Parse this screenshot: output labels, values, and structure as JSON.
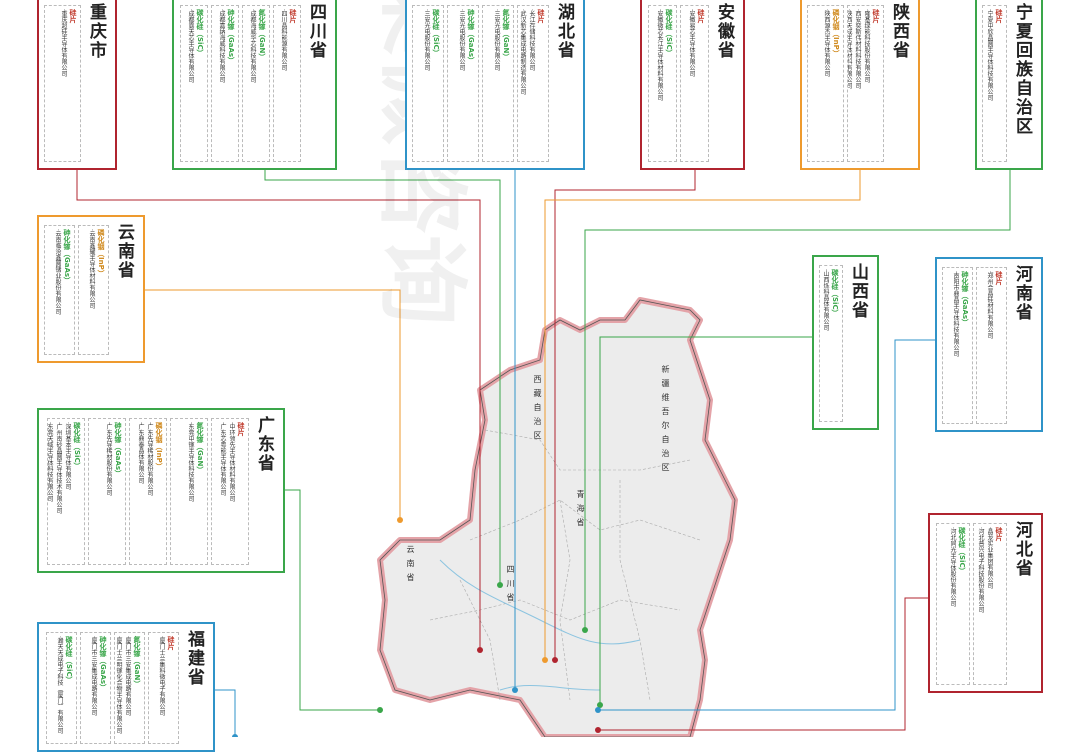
{
  "colors": {
    "red": "#b0242f",
    "green": "#3aa64a",
    "blue": "#2f93c8",
    "orange": "#ee9a2e",
    "cat_si": "#c0392b",
    "cat_gan": "#3aa64a",
    "cat_sic": "#3aa64a",
    "cat_gaas": "#3aa64a",
    "cat_inp": "#d08a1e"
  },
  "provinces": [
    {
      "id": "chongqing",
      "name": "重庆市",
      "color": "red",
      "groups": [
        {
          "cat": "硅片",
          "cat_color": "cat_si",
          "companies": [
            "·重庆超硅半导体有限公司"
          ]
        }
      ]
    },
    {
      "id": "sichuan",
      "name": "四川省",
      "color": "green",
      "groups": [
        {
          "cat": "硅片",
          "cat_color": "cat_si",
          "companies": [
            "·四川晶科能源有限公司"
          ]
        },
        {
          "cat": "氮化镓（GaN）",
          "cat_color": "cat_gan",
          "companies": [
            "·成都海威华芯科技有限公司"
          ]
        },
        {
          "cat": "砷化镓（GaAs）",
          "cat_color": "cat_gaas",
          "companies": [
            "·成都嘉纳海威科技有限公司"
          ]
        },
        {
          "cat": "碳化硅（SiC）",
          "cat_color": "cat_sic",
          "companies": [
            "·成都露天芯半导体有限公司"
          ]
        }
      ]
    },
    {
      "id": "hubei",
      "name": "湖北省",
      "color": "blue",
      "groups": [
        {
          "cat": "硅片",
          "cat_color": "cat_si",
          "companies": [
            "·长江存储科技有限公司",
            "·武汉新芯集成电路制造有限公司"
          ]
        },
        {
          "cat": "氮化镓（GaN）",
          "cat_color": "cat_gan",
          "companies": [
            "·三安光电股份有限公司"
          ]
        },
        {
          "cat": "砷化镓（GaAs）",
          "cat_color": "cat_gaas",
          "companies": [
            "·三安光电股份有限公司"
          ]
        },
        {
          "cat": "碳化硅（SiC）",
          "cat_color": "cat_sic",
          "companies": [
            "·三安光电股份有限公司"
          ]
        }
      ]
    },
    {
      "id": "anhui",
      "name": "安徽省",
      "color": "red",
      "groups": [
        {
          "cat": "硅片",
          "cat_color": "cat_si",
          "companies": [
            "·安徽易芯半导体有限公司"
          ]
        },
        {
          "cat": "碳化硅（SiC）",
          "cat_color": "cat_sic",
          "companies": [
            "·安徽微芯长江半导体材料有限公司"
          ]
        }
      ]
    },
    {
      "id": "shaanxi",
      "name": "陕西省",
      "color": "orange",
      "groups": [
        {
          "cat": "硅片",
          "cat_color": "cat_si",
          "companies": [
            "·隆基绿能科技股份有限公司",
            "·西安奕斯伟材料科技有限公司",
            "·陕西天成半导体材料有限公司"
          ]
        },
        {
          "cat": "磷化铟（InP）",
          "cat_color": "cat_inp",
          "companies": [
            "·陕西源杰半导体有限公司"
          ]
        }
      ]
    },
    {
      "id": "ningxia",
      "name": "宁夏回族自治区",
      "color": "green",
      "groups": [
        {
          "cat": "硅片",
          "cat_color": "cat_si",
          "companies": [
            "·宁夏中欣晶圆半导体科技有限公司"
          ]
        }
      ]
    },
    {
      "id": "yunnan",
      "name": "云南省",
      "color": "orange",
      "groups": [
        {
          "cat": "磷化铟（InP）",
          "cat_color": "cat_inp",
          "companies": [
            "·云南鑫耀半导体材料有限公司"
          ]
        },
        {
          "cat": "砷化镓（GaAs）",
          "cat_color": "cat_gaas",
          "companies": [
            "·云南临沧鑫圆锗业股份有限公司"
          ]
        }
      ]
    },
    {
      "id": "shanxi",
      "name": "山西省",
      "color": "green",
      "groups": [
        {
          "cat": "碳化硅（SiC）",
          "cat_color": "cat_sic",
          "companies": [
            "·山西烁科晶体有限公司"
          ]
        }
      ]
    },
    {
      "id": "henan",
      "name": "河南省",
      "color": "blue",
      "groups": [
        {
          "cat": "硅片",
          "cat_color": "cat_si",
          "companies": [
            "·郑州合晶硅材料有限公司"
          ]
        },
        {
          "cat": "砷化镓（GaAs）",
          "cat_color": "cat_gaas",
          "companies": [
            "·南阳市鼎晶半导体科技有限公司"
          ]
        }
      ]
    },
    {
      "id": "guangdong",
      "name": "广东省",
      "color": "green",
      "groups": [
        {
          "cat": "硅片",
          "cat_color": "cat_si",
          "companies": [
            "·中环领先半导体材料有限公司",
            "·广东芯粤能半导体有限公司"
          ]
        },
        {
          "cat": "氮化镓（GaN）",
          "cat_color": "cat_gan",
          "companies": [
            "·东莞中镓半导体科技有限公司"
          ]
        },
        {
          "cat": "磷化铟（InP）",
          "cat_color": "cat_inp",
          "companies": [
            "·广东先导稀材股份有限公司",
            "·广东鼎泰晶体有限公司"
          ]
        },
        {
          "cat": "砷化镓（GaAs）",
          "cat_color": "cat_gaas",
          "companies": [
            "·广东先导稀材股份有限公司"
          ]
        },
        {
          "cat": "碳化硅（SiC）",
          "cat_color": "cat_sic",
          "companies": [
            "·深圳基本半导体有限公司",
            "·广州南砂晶圆半导体技术有限公司",
            "·东莞天域半导体科技有限公司",
            "·比亚迪股份有限公司"
          ]
        }
      ]
    },
    {
      "id": "hebei",
      "name": "河北省",
      "color": "red",
      "groups": [
        {
          "cat": "硅片",
          "cat_color": "cat_si",
          "companies": [
            "·晶龙实业集团有限公司",
            "·河北普兴电子科技股份有限公司"
          ]
        },
        {
          "cat": "碳化硅（SiC）",
          "cat_color": "cat_sic",
          "companies": [
            "·河北同光半导体股份有限公司"
          ]
        }
      ]
    },
    {
      "id": "fujian",
      "name": "福建省",
      "color": "blue",
      "groups": [
        {
          "cat": "硅片",
          "cat_color": "cat_si",
          "companies": [
            "·厦门士兰集科微电子有限公司"
          ]
        },
        {
          "cat": "氮化镓（GaN）",
          "cat_color": "cat_gan",
          "companies": [
            "·厦门市三安集成电路有限公司",
            "·厦门士兰明镓化合物半导体有限公司"
          ]
        },
        {
          "cat": "砷化镓（GaAs）",
          "cat_color": "cat_gaas",
          "companies": [
            "·厦门市三安集成电路有限公司"
          ]
        },
        {
          "cat": "碳化硅（SiC）",
          "cat_color": "cat_sic",
          "companies": [
            "·瀚天天成电子科技（厦门）有限公司"
          ]
        }
      ]
    }
  ],
  "map_labels": {
    "xinjiang": "新疆维吾尔自治区",
    "xizang": "西藏自治区",
    "qinghai": "青海省",
    "sichuan_map": "四川省",
    "yunnan_map": "云南省"
  },
  "watermark": "集微咨询"
}
